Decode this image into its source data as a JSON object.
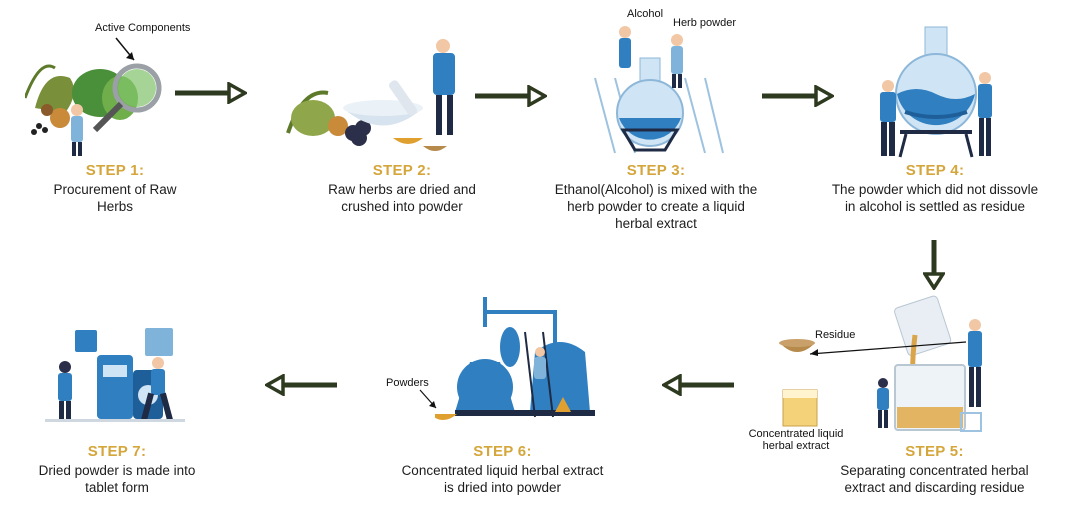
{
  "colors": {
    "step_title": "#d4a63c",
    "arrow": "#2e3a1f",
    "accent_blue": "#2f7fc1",
    "dark_navy": "#1f2a44"
  },
  "steps": [
    {
      "title": "STEP 1:",
      "desc": "Procurement of Raw Herbs"
    },
    {
      "title": "STEP 2:",
      "desc": "Raw herbs are dried and crushed into powder"
    },
    {
      "title": "STEP 3:",
      "desc": "Ethanol(Alcohol) is mixed with the herb powder to create a liquid herbal extract"
    },
    {
      "title": "STEP 4:",
      "desc": "The powder which did not dissovle in alcohol is settled as residue"
    },
    {
      "title": "STEP 5:",
      "desc": "Separating concentrated herbal extract and discarding residue"
    },
    {
      "title": "STEP 6:",
      "desc": "Concentrated liquid herbal extract is dried into powder"
    },
    {
      "title": "STEP 7:",
      "desc": "Dried powder is made into tablet form"
    }
  ],
  "labels": {
    "active_components": "Active Components",
    "alcohol": "Alcohol",
    "herb_powder": "Herb powder",
    "residue": "Residue",
    "concentrated_extract": "Concentrated liquid herbal extract",
    "powders": "Powders"
  }
}
